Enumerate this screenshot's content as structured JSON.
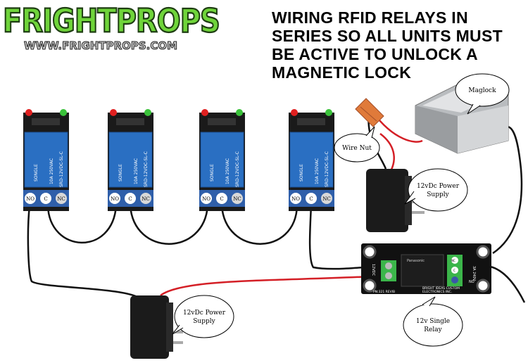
{
  "logo": {
    "name": "FRIGHTPROPS",
    "url": "WWW.FRIGHTPROPS.COM"
  },
  "title": {
    "lines": [
      "WIRING RFID RELAYS IN",
      "SERIES SO ALL UNITS MUST",
      "BE ACTIVE TO UNLOCK A",
      "MAGNETIC LOCK"
    ]
  },
  "relay_module": {
    "brand": "SONGLE",
    "model": "SRD-12VDC-SL-C",
    "rating": "10A 250VAC",
    "terminals": [
      "NO",
      "C",
      "NC"
    ]
  },
  "callouts": {
    "maglock": "Maglock",
    "wire_nut": "Wire Nut",
    "power_supply_top": [
      "12vDc Power",
      "Supply"
    ],
    "power_supply_bottom": [
      "12vDc Power",
      "Supply"
    ],
    "single_relay": [
      "12v Single",
      "Relay"
    ]
  },
  "relay_board": {
    "relay_brand": "Panasonic",
    "part": "PN:321 REVIB",
    "maker": [
      "BRIGHT IDEAS CUSTOM",
      "ELECTRONICS INC."
    ],
    "input": "12VDC",
    "rating": "3A 240V",
    "terminals": [
      "NC",
      "C",
      "NO"
    ]
  },
  "colors": {
    "relay_blue": "#2a6fc2",
    "terminal_blue": "#2f5faa",
    "board": "#111111",
    "terminal_green": "#3bb54a",
    "wire_red": "#d41f26",
    "wire_nut": "#e07a3a",
    "led_red": "#e02020",
    "led_green": "#3ac23a"
  }
}
